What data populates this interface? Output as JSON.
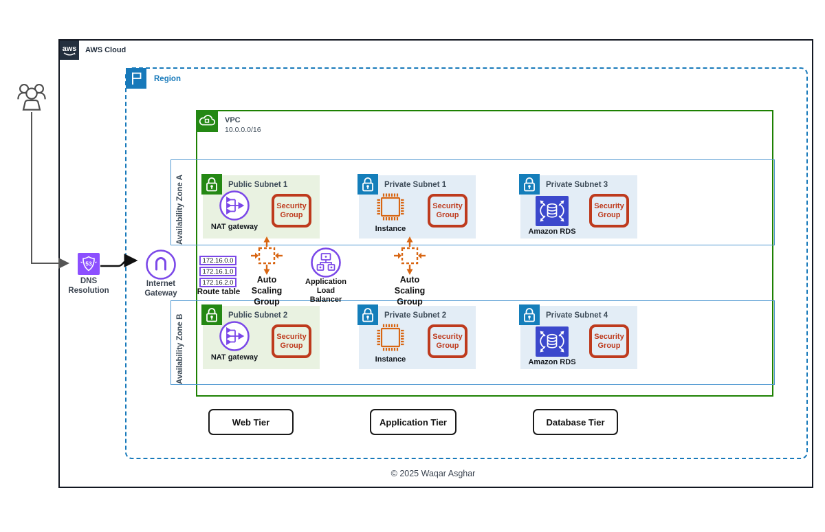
{
  "aws_cloud": {
    "label": "AWS Cloud",
    "logo": "aws"
  },
  "region": {
    "label": "Region"
  },
  "vpc": {
    "label": "VPC",
    "cidr": "10.0.0.0/16"
  },
  "dns": {
    "label": "DNS Resolution",
    "badge": "53"
  },
  "internet_gateway": {
    "label": "Internet Gateway"
  },
  "route_table": {
    "label": "Route table",
    "entries": [
      "172.16.0.0",
      "172.16.1.0",
      "172.16.2.0"
    ]
  },
  "auto_scaling": {
    "label": "Auto Scaling Group"
  },
  "load_balancer": {
    "label": "Application Load Balancer"
  },
  "availability_zones": [
    {
      "label": "Availability Zone A"
    },
    {
      "label": "Availability Zone B"
    }
  ],
  "subnets": [
    {
      "title": "Public Subnet 1",
      "resource": "NAT gateway",
      "security_group": "Security Group"
    },
    {
      "title": "Private Subnet 1",
      "resource": "Instance",
      "security_group": "Security Group"
    },
    {
      "title": "Private Subnet 3",
      "resource": "Amazon RDS",
      "security_group": "Security Group"
    },
    {
      "title": "Public Subnet 2",
      "resource": "NAT gateway",
      "security_group": "Security Group"
    },
    {
      "title": "Private Subnet 2",
      "resource": "Instance",
      "security_group": "Security Group"
    },
    {
      "title": "Private Subnet 4",
      "resource": "Amazon RDS",
      "security_group": "Security Group"
    }
  ],
  "tiers": [
    {
      "label": "Web Tier"
    },
    {
      "label": "Application Tier"
    },
    {
      "label": "Database Tier"
    }
  ],
  "footer": {
    "copyright": "© 2025 Waqar Asghar"
  },
  "colors": {
    "outer_border": "#121721",
    "aws_navy": "#232F3E",
    "region_blue": "#1779BA",
    "vpc_green_border": "#1D8102",
    "icon_green": "#248814",
    "icon_blue": "#147EBA",
    "az_border_blue": "#4E97D1",
    "public_subnet_bg": "#E9F2E1",
    "private_subnet_bg": "#E3EDF6",
    "security_red": "#BE3A1D",
    "orange": "#D86613",
    "purple": "#7B48E8",
    "dns_purple": "#8C4FFF",
    "rds_blue": "#3B48CC"
  }
}
